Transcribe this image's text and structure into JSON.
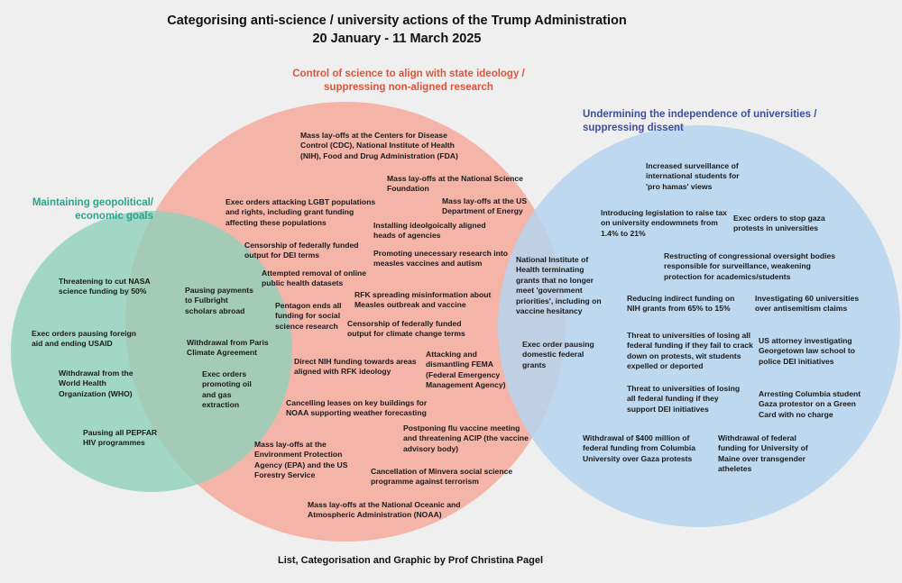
{
  "title": {
    "line1": "Categorising anti-science / university actions of the Trump Administration",
    "line2": "20 January - 11 March  2025"
  },
  "categories": {
    "science": {
      "line1": "Control of science to align with state ideology /",
      "line2": "suppressing non-aligned research",
      "color": "#e0533a"
    },
    "universities": {
      "line1": "Undermining the independence of universities /",
      "line2": "suppressing dissent",
      "color": "#3c4ea0"
    },
    "geopolitical": {
      "line1": "Maintaining geopolitical/",
      "line2": "economic goals",
      "color": "#2aa58a"
    }
  },
  "circle_colors": {
    "red": "#f4a99b",
    "blue": "#b5d4ef",
    "green": "#9bd6c3"
  },
  "items": {
    "cdc": "Mass lay-offs at the Centers for Disease Control (CDC), National Institute of Health (NIH), Food and Drug Administration (FDA)",
    "nsf": "Mass lay-offs at the National Science Foundation",
    "lgbt": "Exec orders attacking LGBT populations and rights, including grant funding affecting these populations",
    "energy": "Mass lay-offs at the US Department of Energy",
    "heads": "Installing ideolgoically aligned heads of agencies",
    "dei_census": "Censorship of federally funded output for DEI terms",
    "measles_research": "Promoting unecessary research into measles vaccines and autism",
    "datasets": "Attempted removal of online public health datasets",
    "pentagon": "Pentagon ends all funding for social science research",
    "rfk_misinfo": "RFK spreading misinformation about Measles outbreak and vaccine",
    "climate_census": "Censorship of federally funded output for climate change terms",
    "nih_rfk": "Direct NIH funding towards areas aligned with RFK ideology",
    "fema": "Attacking and dismantling FEMA (Federal Emergency Management Agency)",
    "noaa_leases": "Cancelling leases on key buildings for NOAA supporting weather forecasting",
    "flu": "Postponing flu vaccine meeting and threatening ACIP (the vaccine advisory body)",
    "epa": "Mass lay-offs at the Environment Protection Agency (EPA) and the US Forestry Service",
    "minvera": "Cancellation of Minvera social science programme against terrorism",
    "noaa_layoffs": "Mass lay-offs at the National Oceanic and Atmospheric Administration (NOAA)",
    "nasa": "Threatening to cut NASA science funding by 50%",
    "usaid": "Exec orders pausing foreign aid and ending USAID",
    "who": "Withdrawal from the World Health Organization (WHO)",
    "pepfar": "Pausing all PEPFAR HIV programmes",
    "fulbright": "Pausing payments to Fulbright scholars abroad",
    "paris": "Withdrawal from Paris Climate Agreement",
    "oil": "Exec orders promoting oil and gas extraction",
    "nih_grants": "National Institute of Health terminating grants that no longer meet 'government priorities', including on vaccine hesitancy",
    "domestic": "Exec order pausing domestic federal grants",
    "surveillance_students": "Increased surveillance of international students for 'pro hamas' views",
    "endowment": "Introducing legislation to raise tax on university endowmnets from 1.4% to 21%",
    "gaza_protests": "Exec orders to stop gaza protests in universities",
    "congress": "Restructing of congressional oversight bodies responsible for surveillance, weakening protection for academics/students",
    "indirect": "Reducing indirect funding on NIH grants from 65% to 15%",
    "antisemitism": "Investigating 60 universities over antisemitism claims",
    "crackdown": "Threat to universities of losing all federal funding if they fail to crack down on protests, wit students expelled or deported",
    "georgetown": "US attorney investigating Georgetown law school to police DEI initiatives",
    "dei_threat": "Threat to universities of losing all federal funding if they support DEI initiatives",
    "columbia_student": "Arresting Columbia student Gaza protestor on a Green Card with no charge",
    "columbia_funding": "Withdrawal of $400 million of federal funding from Columbia University over Gaza protests",
    "maine": "Withdrawal of federal funding for University of Maine over transgender atheletes"
  },
  "footer": "List, Categorisation and Graphic by Prof Christina Pagel"
}
